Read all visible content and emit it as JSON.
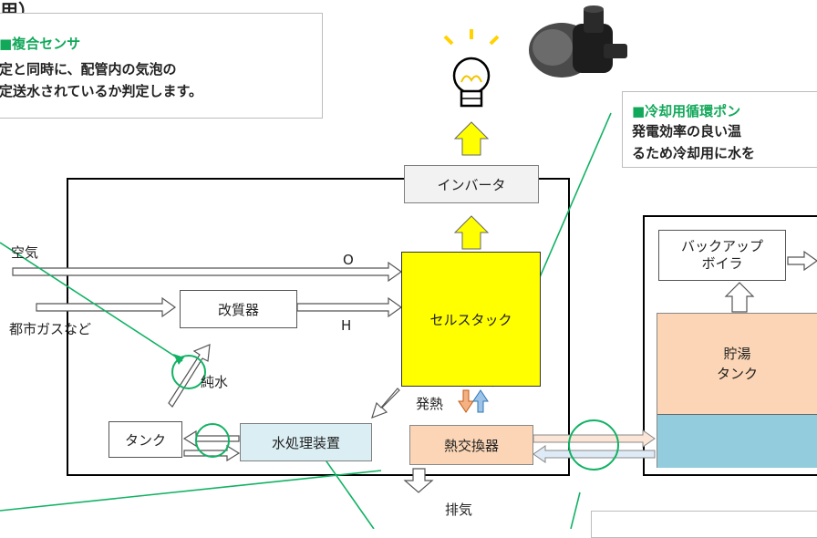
{
  "top_heading": "用）",
  "sensor_note": {
    "title": "■複合センサ",
    "line1": "定と同時に、配管内の気泡の",
    "line2": "定送水されているか判定します。"
  },
  "pump_note": {
    "title": "■冷却用循環ポン",
    "line1": "発電効率の良い温",
    "line2": "るため冷却用に水を"
  },
  "components": {
    "inverter": "インバータ",
    "cell_stack": "セルスタック",
    "reformer": "改質器",
    "tank": "タンク",
    "water_treatment": "水処理装置",
    "heat_exchanger": "熱交換器",
    "backup_boiler_line1": "バックアップ",
    "backup_boiler_line2": "ボイラ",
    "hot_water_tank_line1": "貯湯",
    "hot_water_tank_line2": "タンク"
  },
  "labels": {
    "air": "空気",
    "city_gas": "都市ガスなど",
    "oxygen": "O",
    "hydrogen": "H",
    "pure_water": "純水",
    "heat_generation": "発熱",
    "exhaust": "排気"
  },
  "colors": {
    "annotation_line": "#12b264",
    "cell_stack_fill": "#ffff00",
    "hot_water_fill": "#fbd5b5",
    "cold_water_fill": "#93cddd",
    "heat_exchanger_fill": "#fbd5b5",
    "water_treatment_fill": "#dbeef4",
    "inverter_fill": "#f2f2f2",
    "power_arrow": "#ffff00",
    "hot_flow": "#f4b183",
    "cold_flow": "#9dc3e6"
  }
}
